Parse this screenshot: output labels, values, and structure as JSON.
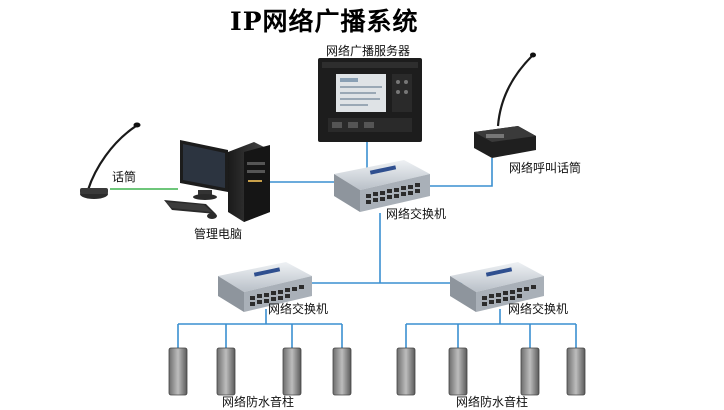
{
  "title": "IP网络广播系统",
  "nodes": {
    "server": "网络广播服务器",
    "mic_left": "话筒",
    "pc": "管理电脑",
    "call_mic": "网络呼叫话筒",
    "switch_main": "网络交换机",
    "switch_left": "网络交换机",
    "switch_right": "网络交换机",
    "speakers_left": "网络防水音柱",
    "speakers_right": "网络防水音柱"
  },
  "colors": {
    "link_blue": "#3a8fd0",
    "link_green": "#3fb34f",
    "device_dark": "#1e1e1e",
    "switch_body": "#c9ced4"
  },
  "icons": [
    "microphone-icon",
    "computer-icon",
    "server-rack-icon",
    "network-switch-icon",
    "gooseneck-call-station-icon",
    "column-speaker-icon"
  ]
}
